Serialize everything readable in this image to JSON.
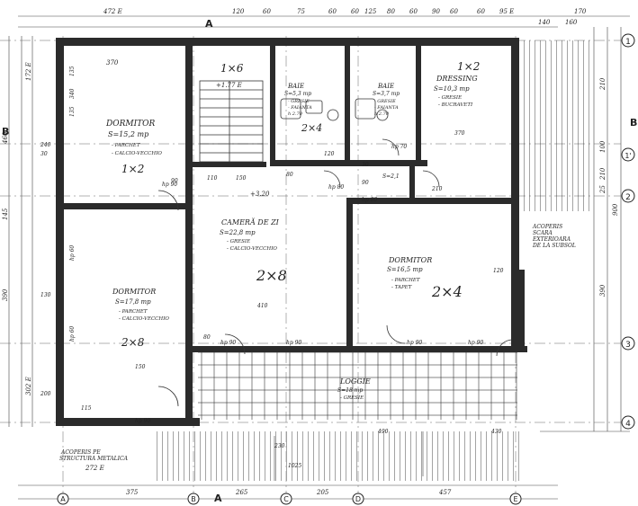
{
  "rooms": {
    "bedroom1": {
      "name": "DORMITOR",
      "area": "S=15,2 mp",
      "f1": "- PARCHET",
      "f2": "- CALCIO-VECCHIO",
      "code": "1×2"
    },
    "stair": {
      "code": "1×6",
      "level": "+1.77 E"
    },
    "bath1": {
      "name": "BAIE",
      "area": "S=5,3 mp",
      "f1": "- GRESIE",
      "f2": "- FAIANTA",
      "f3": "h 2.70",
      "code": "2×4"
    },
    "bath2": {
      "name": "BAIE",
      "area": "S=3,7 mp",
      "f1": "- GRESIE",
      "f2": "- FAIANTA",
      "f3": "h 2.70"
    },
    "dressing": {
      "name": "DRESSING",
      "area": "S=10,3 mp",
      "f1": "- GRESIE",
      "f2": "- BUCRAVETI",
      "code": "1×2"
    },
    "living": {
      "name": "CAMERĂ DE ZI",
      "area": "S=22,8 mp",
      "f1": "- GRESIE",
      "f2": "- CALCIO-VECCHIO",
      "code": "2×8",
      "level": "+3.20"
    },
    "bedroom2": {
      "name": "DORMITOR",
      "area": "S=17,8 mp",
      "f1": "- PARCHET",
      "f2": "- CALCIO-VECCHIO",
      "code": "2×8"
    },
    "bedroom3": {
      "name": "DORMITOR",
      "area": "S=16,5 mp",
      "f1": "- PARCHET",
      "f2": "- TAPET",
      "code": "2×4"
    },
    "loggia": {
      "name": "LOGGIE",
      "area": "S=18 mp",
      "f1": "- GRESIE"
    },
    "hall": {
      "area": "S=2,1"
    }
  },
  "notes": {
    "roof1": "ACOPERIS",
    "roof2": "SCARA",
    "roof3": "EXTERIOARA",
    "roof4": "DE LA SUBSOL",
    "bottom1": "ACOPERIS PE",
    "bottom2": "STRUCTURA METALICA",
    "bottom_dim": "272 E"
  },
  "axes_right": [
    "1",
    "1'",
    "2",
    "3",
    "4"
  ],
  "axes_bottom": [
    "A",
    "B",
    "C",
    "D",
    "E"
  ],
  "section": [
    "A",
    "A",
    "B",
    "B"
  ],
  "dims_top": [
    "472 E",
    "120",
    "60",
    "75",
    "60",
    "60",
    "125",
    "80",
    "60",
    "90",
    "60",
    "60",
    "95 E",
    "170",
    "140",
    "160"
  ],
  "dims_bottom": [
    "375",
    "265",
    "205",
    "457"
  ],
  "dims_left": [
    "460",
    "145",
    "390",
    "302 E",
    "172 E",
    "370"
  ],
  "dims_right": [
    "210",
    "390",
    "210",
    "900",
    "100",
    "25"
  ],
  "dims_inner": [
    "340",
    "135",
    "240",
    "30",
    "90",
    "110",
    "150",
    "80",
    "120",
    "30",
    "120",
    "90",
    "210",
    "200",
    "150",
    "115",
    "80",
    "410",
    "490",
    "430",
    "1025",
    "230",
    "130",
    "370",
    "135"
  ],
  "doors": [
    "hp 90",
    "hp 90",
    "hp 90",
    "hp 90",
    "hp 90",
    "hp 90",
    "hp 80",
    "hp 70",
    "hp 80",
    "hp 60",
    "hp 60"
  ]
}
